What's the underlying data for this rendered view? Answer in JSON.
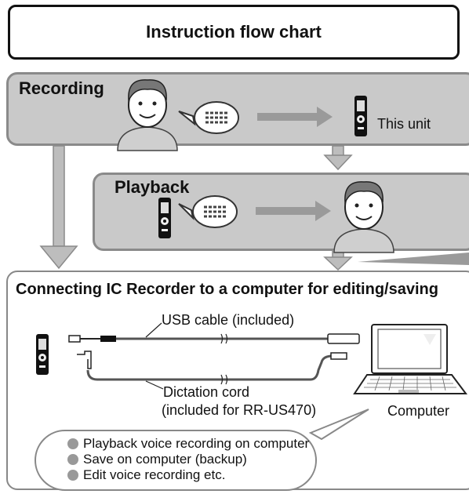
{
  "title": "Instruction flow chart",
  "recording": {
    "label": "Recording",
    "device_label": "This unit"
  },
  "playback": {
    "label": "Playback"
  },
  "connecting": {
    "title": "Connecting IC Recorder to a computer for editing/saving",
    "usb_label": "USB cable (included)",
    "dictation_label_1": "Dictation cord",
    "dictation_label_2": "(included for RR-US470)",
    "computer_label": "Computer"
  },
  "bullets": [
    "Playback voice recording on computer",
    "Save on computer (backup)",
    "Edit voice recording etc."
  ],
  "colors": {
    "panel": "#c9c9c9",
    "arrow": "#9a9a9a",
    "border": "#8a8a8a"
  }
}
